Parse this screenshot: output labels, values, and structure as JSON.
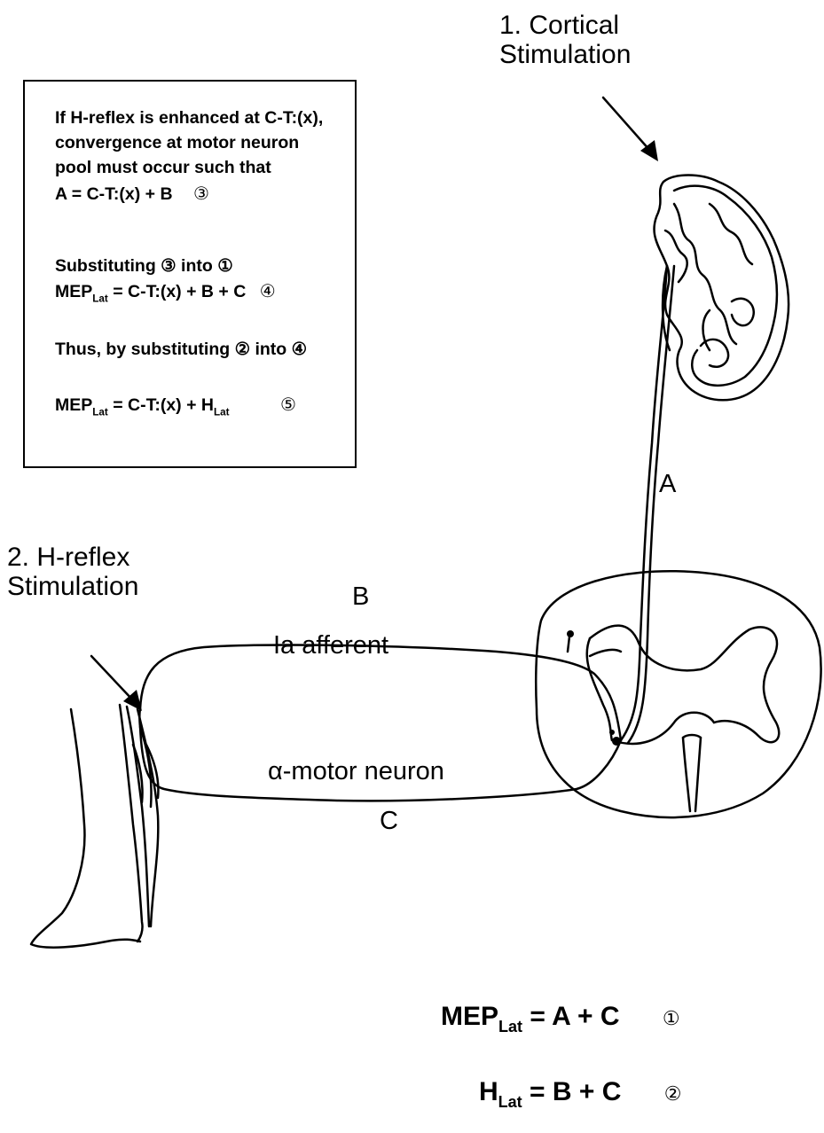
{
  "labels": {
    "cortical_title": "1. Cortical",
    "cortical_title_2": "Stimulation",
    "hreflex_title": "2. H-reflex",
    "hreflex_title_2": "Stimulation",
    "A": "A",
    "B": "B",
    "C": "C",
    "ia_afferent": "Ia afferent",
    "alpha_motor": "α-motor neuron"
  },
  "box": {
    "line1": "If H-reflex is enhanced at C-T:(x),",
    "line2": "convergence at motor neuron",
    "line3": "pool must occur such that",
    "line4": "A = C-T:(x) + B",
    "line4_num": "③",
    "line5": "Substituting ③ into ①",
    "line6_a": "MEP",
    "line6_sub": "Lat",
    "line6_b": " = C-T:(x) + B + C",
    "line6_num": "④",
    "line7": "Thus, by substituting ② into ④",
    "line8_a": "MEP",
    "line8_sub": "Lat",
    "line8_b": " = C-T:(x) + H",
    "line8_sub2": "Lat",
    "line8_num": "⑤"
  },
  "equations": {
    "eq1_a": "MEP",
    "eq1_sub": "Lat",
    "eq1_b": " = A + C",
    "eq1_num": "①",
    "eq2_a": "H",
    "eq2_sub": "Lat",
    "eq2_b": " = B + C",
    "eq2_num": "②"
  }
}
